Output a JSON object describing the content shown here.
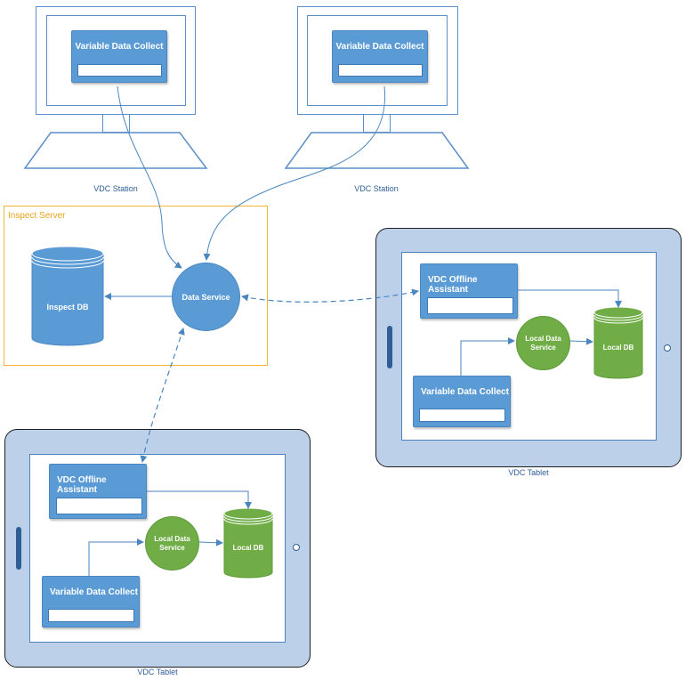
{
  "stations": [
    {
      "app_title": "Variable Data Collect",
      "caption": "VDC Station"
    },
    {
      "app_title": "Variable Data Collect",
      "caption": "VDC Station"
    }
  ],
  "server": {
    "label": "Inspect Server",
    "db_label": "Inspect DB",
    "service_label": "Data Service"
  },
  "tablets": [
    {
      "caption": "VDC Tablet",
      "offline_assistant": "VDC Offline Assistant",
      "collect": "Variable Data Collect",
      "local_service_line1": "Local Data",
      "local_service_line2": "Service",
      "local_db": "Local DB"
    },
    {
      "caption": "VDC Tablet",
      "offline_assistant": "VDC Offline Assistant",
      "collect": "Variable Data Collect",
      "local_service_line1": "Local Data",
      "local_service_line2": "Service",
      "local_db": "Local DB"
    }
  ],
  "colors": {
    "blue": "#5b9bd5",
    "green": "#70ad47",
    "server_border": "#f2b431",
    "tablet_fill": "#bcd0ea"
  }
}
